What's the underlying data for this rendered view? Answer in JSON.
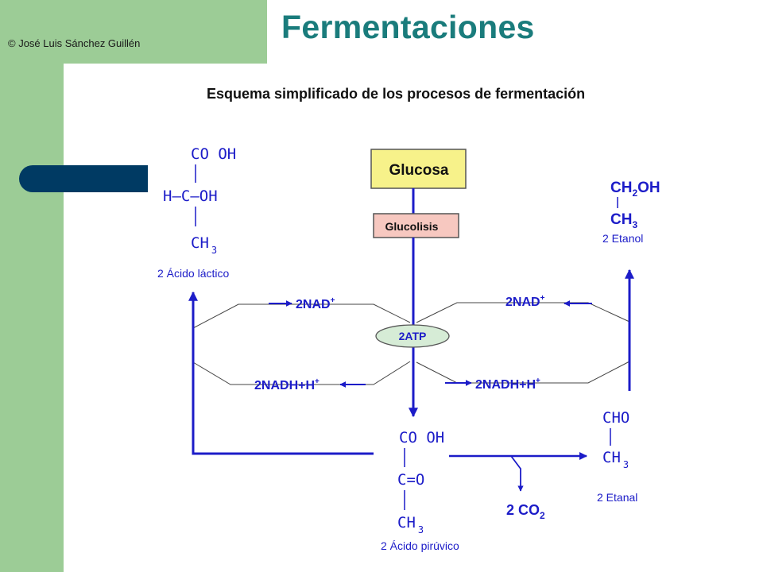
{
  "header": {
    "copyright": "© José Luis Sánchez Guillén",
    "title": "Fermentaciones"
  },
  "diagram": {
    "heading": "Esquema simplificado de los procesos de fermentación",
    "glucosa": "Glucosa",
    "glucolisis": "Glucolisis",
    "atp": "2ATP",
    "nad_left": "2NAD",
    "nad_right": "2NAD",
    "nadh_left": "2NADH+H",
    "nadh_right": "2NADH+H",
    "plus": "+",
    "lactic": {
      "cooh": "CO OH",
      "middle": "H–C–OH",
      "ch": "CH",
      "sub": "3",
      "label": "2 Ácido láctico"
    },
    "pyruvic": {
      "cooh": "CO OH",
      "middle": "C=O",
      "ch": "CH",
      "sub": "3",
      "label": "2 Ácido pirúvico"
    },
    "ethanal": {
      "cho": "CHO",
      "ch": "CH",
      "sub": "3",
      "label": "2 Etanal"
    },
    "ethanol": {
      "ch2": "CH",
      "sub2": "2",
      "oh": "OH",
      "ch3": "CH",
      "sub3": "3",
      "label": "2 Etanol"
    },
    "co2": {
      "coef": "2",
      "co": "CO",
      "sub": "2"
    }
  },
  "colors": {
    "green": "#9ccc96",
    "teal": "#1a7c7c",
    "navy": "#003a63",
    "blue": "#1c1cc8",
    "glucosa_box": "#f7f28a",
    "glucolisis_box": "#f7c8c0",
    "atp_ellipse": "#d6ecd6"
  }
}
